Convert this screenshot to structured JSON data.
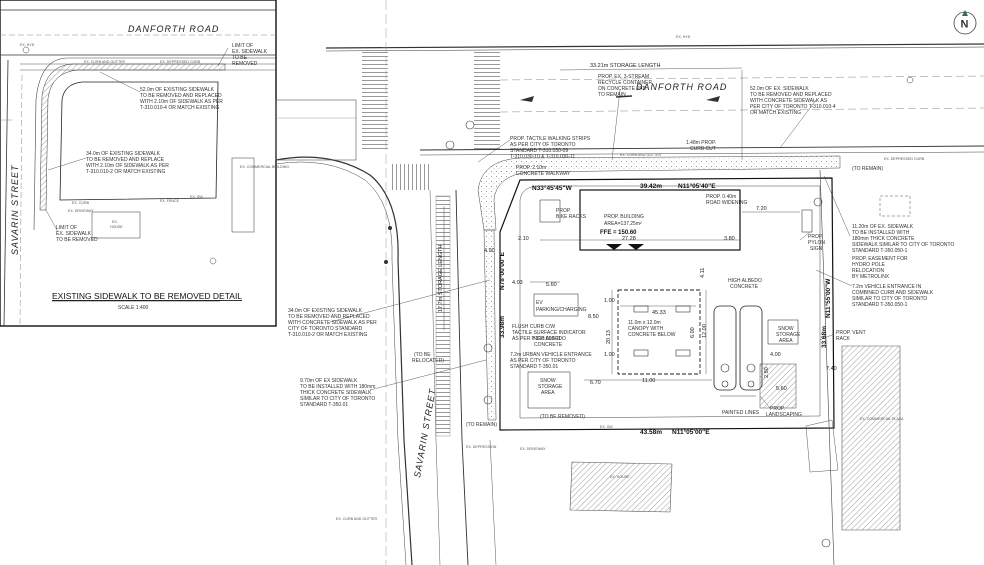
{
  "north_arrow": {
    "label": "N"
  },
  "detail": {
    "road_name": "DANFORTH ROAD",
    "street_name": "SAVARIN STREET",
    "title": "EXISTING SIDEWALK TO BE REMOVED DETAIL",
    "scale": "SCALE 1:400",
    "notes": {
      "limit_top": [
        "LIMIT OF",
        "EX. SIDEWALK",
        "TO BE",
        "REMOVED"
      ],
      "sidewalk_52": [
        "52.0m OF EXISTING SIDEWALK",
        "TO BE REMOVED AND REPLACED",
        "WITH 2.10m OF SIDEWALK AS PER",
        "T-310.010-4 OR MATCH EXISTING"
      ],
      "sidewalk_34": [
        "34.0m OF EXISTING SIDEWALK",
        "TO BE REMOVED AND REPLACE",
        "WITH 2.10m OF SIDEWALK AS PER",
        "T-310.010-2 OR MATCH EXISTING"
      ],
      "limit_bottom": [
        "LIMIT OF",
        "EX. SIDEWALK",
        "TO BE REMOVED"
      ],
      "ex_house": [
        "EX.",
        "HOUSE"
      ],
      "ex_commercial": [
        "EX. COMMERCIAL BUILDING"
      ]
    },
    "tiny_labels": [
      "EX. HYD",
      "EX. CURB AND GUTTER",
      "EX. DEPRESSED CURB",
      "EX. SW",
      "EX. CURB",
      "EX. FENCE",
      "EX. DRIVEWAY"
    ]
  },
  "main": {
    "road_name": "DANFORTH ROAD",
    "street_name": "SAVARIN STREET",
    "storage_length_top": "33.21m STORAGE LENGTH",
    "storage_length_side": "17.7m STORAGE LENGTH",
    "recycle_note": [
      "PROP. EX. 3-STREAM",
      "RECYCLE CONTAINER",
      "ON CONCRETE PAD",
      "TO REMAIN"
    ],
    "tactile_note": [
      "PROP. TACTILE WALKING STRIPS",
      "AS PER CITY OF TORONTO",
      "STANDARD T-310.030-09",
      "T-310.030-10 & T-310.030-11"
    ],
    "concrete_walkway": [
      "PROP. 2.10m",
      "CONCRETE WALKWAY"
    ],
    "curb_cut": [
      "1.48m PROP.",
      "CURB CUT"
    ],
    "prop_widening": [
      "PROP. 0.40m",
      "ROAD WIDENING"
    ],
    "bearing_north": "N33°45'45\"W",
    "dist_north": "39.42m",
    "bearing_n11": "N11°05'40\"E",
    "bearing_south": "N11°05'00\"E",
    "dist_south": "43.58m",
    "dist_east": "33.68m",
    "bearing_east": "N11°55'00\"W",
    "bearing_west": "N78°00'00\"E",
    "dist_west": "33.98m",
    "building": [
      "PROP. BUILDING",
      "AREA=137.25m²"
    ],
    "ffe": "FFE = 150.60",
    "bike_racks": [
      "PROP.",
      "BIKE RACKS"
    ],
    "ev_parking": [
      "EV",
      "PARKING/CHARGING"
    ],
    "canopy": [
      "11.0m x 12.0m",
      "CANOPY WITH",
      "CONCRETE BELOW"
    ],
    "high_albedo_1": [
      "HIGH ALBEDO",
      "CONCRETE"
    ],
    "high_albedo_2": [
      "HIGH ALBEDO",
      "CONCRETE"
    ],
    "flush_curb": [
      "FLUSH CURB C/W",
      "TACTILE SURFACE INDICATOR",
      "AS PER T-310.030-11"
    ],
    "urban_entrance": [
      "7.2m URBAN VEHICLE ENTRANCE",
      "AS PER CITY OF TORONTO",
      "STANDARD T-350.01"
    ],
    "snow_storage_1": [
      "SNOW",
      "STORAGE",
      "AREA"
    ],
    "snow_storage_2": [
      "SNOW",
      "STORAGE",
      "AREA"
    ],
    "to_be_removed": "(TO BE REMOVED)",
    "to_be_relocated": [
      "(TO BE",
      "RELOCATED)"
    ],
    "to_remain": "(TO REMAIN)",
    "painted_lines": "PAINTED LINES",
    "prop_landscaping": [
      "PROP.",
      "LANDSCAPING"
    ],
    "pylon_sign": [
      "PROP.",
      "PYLON",
      "SIGN"
    ],
    "easement": [
      "PROP. EASEMENT FOR",
      "HYDRO POLE",
      "RELOCATION",
      "BY METROLINX"
    ],
    "sidewalk_1120": [
      "11.20m OF EX. SIDEWALK",
      "TO BE INSTALLED WITH",
      "180mm THICK CONCRETE",
      "SIDEWALK SIMILAR TO CITY OF TORONTO",
      "STANDARD T-350.050-1"
    ],
    "combined_entrance": [
      "7.2m VEHICLE ENTRANCE IN",
      "COMBINED CURB AND SIDEWALK",
      "SIMILAR TO CITY OF TORONTO",
      "STANDARD T-350.050-1"
    ],
    "sidewalk_52": [
      "52.0m OF EX. SIDEWALK",
      "TO BE REMOVED AND REPLACED",
      "WITH CONCRETE SIDEWALK AS",
      "PER CITY OF TORONTO T-310.010-4",
      "OR MATCH EXISTING"
    ],
    "sidewalk_34": [
      "34.0m OF EXISTING SIDEWALK",
      "TO BE REMOVED AND REPLACED",
      "WITH CONCRETE SIDEWALK AS PER",
      "CITY OF TORONTO STANDARD",
      "T-310.010-2 OR MATCH EXISTING"
    ],
    "sidewalk_970": [
      "9.70m OF EX SIDEWALK",
      "TO BE INSTALLED WITH 180mm",
      "THICK CONCRETE SIDEWALK",
      "SIMILAR TO CITY OF TORONTO",
      "STANDARD T-350.01"
    ],
    "vent_rack": [
      "PROP. VENT",
      "RACK"
    ],
    "remain_label": "(TO REMAIN)",
    "dims": {
      "d720": "7.20",
      "d380": "3.80",
      "d210": "2.10",
      "d2728": "27.28",
      "d560": "5.60",
      "d403": "4.03",
      "d850": "8.50",
      "d1013": "20.13",
      "d4533": "45.33",
      "d1100": "11.00",
      "d670": "6.70",
      "d600": "6.00",
      "d1200": "12.00",
      "d100a": "1.00",
      "d100b": "1.00",
      "d560b": "5.60",
      "d400": "4.00",
      "d280": "2.80",
      "d740": "7.40",
      "d411": "4.11",
      "d490": "4.90"
    },
    "tiny_labels": [
      "EX. HYD",
      "EX. CURB AND GUTTER",
      "EX. DEPRESSED CURB",
      "EX. SW",
      "EX. HOUSE",
      "EX. COMMERCIAL PLAZA",
      "EX. DRIVEWAY",
      "EX. CURB AND GUTTER",
      "EX. DEPRESSION"
    ]
  },
  "colors": {
    "ink": "#222222",
    "hatch": "#777777",
    "accent": "#2e6e5a"
  }
}
